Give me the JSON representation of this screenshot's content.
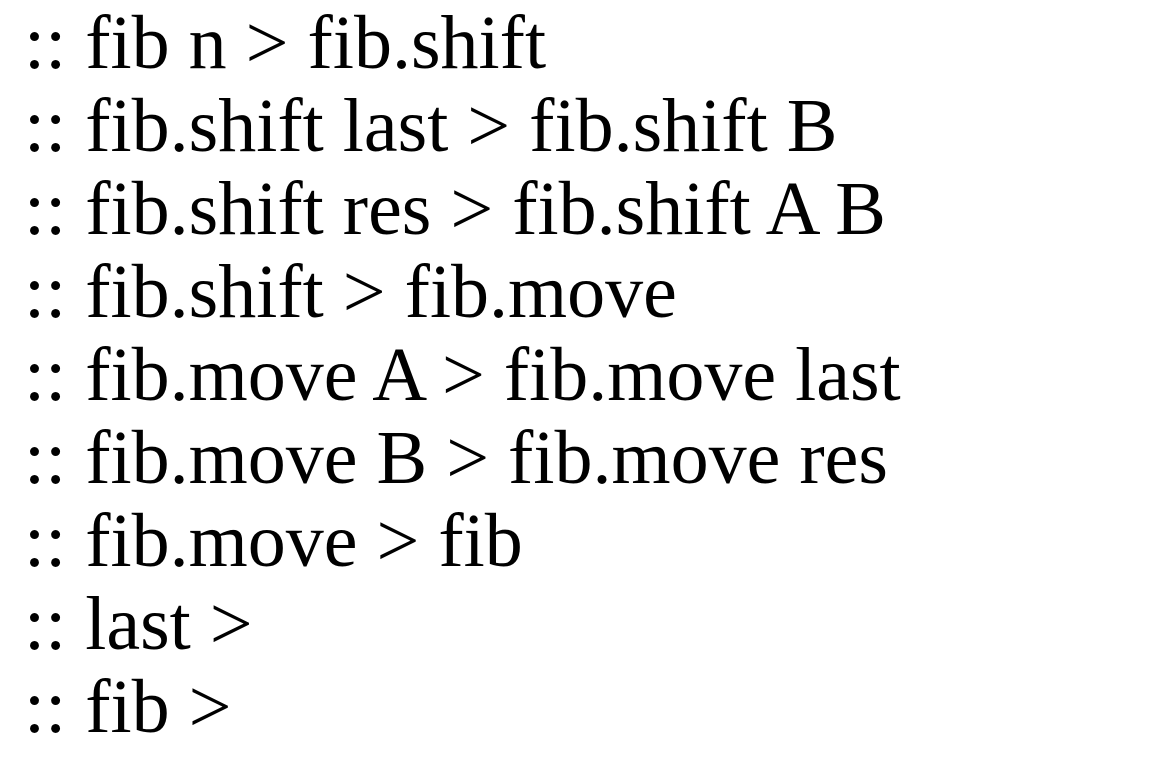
{
  "document": {
    "lines": [
      ":: fib n > fib.shift",
      ":: fib.shift last > fib.shift B",
      ":: fib.shift res > fib.shift A B",
      ":: fib.shift > fib.move",
      ":: fib.move A > fib.move last",
      ":: fib.move B > fib.move res",
      ":: fib.move > fib",
      ":: last >",
      ":: fib >"
    ]
  }
}
